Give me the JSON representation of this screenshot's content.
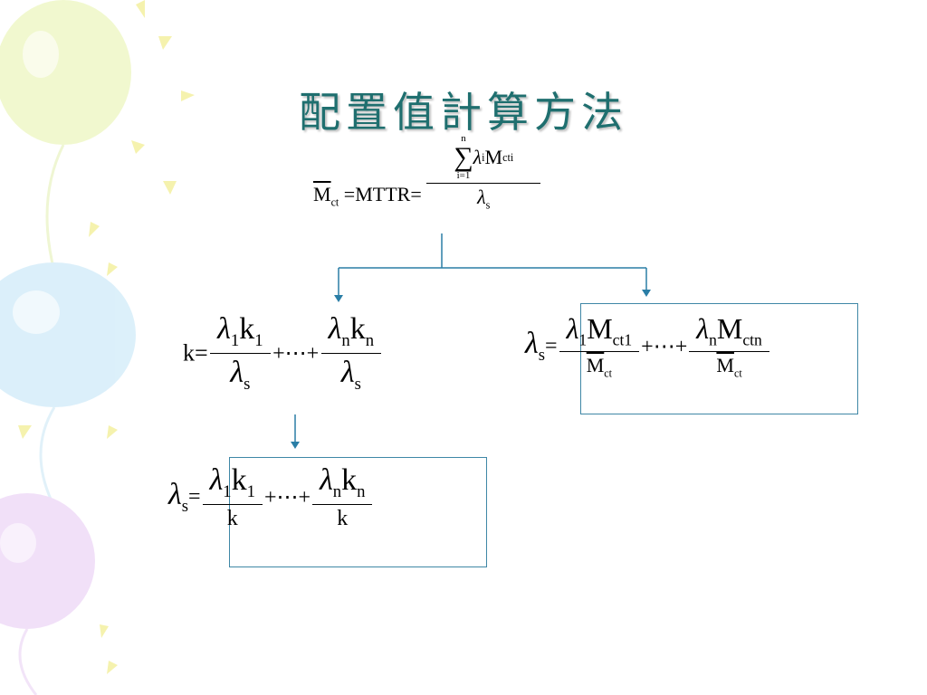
{
  "title": "配置值計算方法",
  "eq1": {
    "mct_base": "M",
    "mct_sub": "ct",
    "equals_mttr": "=MTTR=",
    "sum_upper": "n",
    "sum_symbol": "∑",
    "sum_lower": "i=1",
    "num_lambda": "λ",
    "num_lambda_sub": "i",
    "num_m": "M",
    "num_m_sub": "cti",
    "den_lambda": "λ",
    "den_lambda_sub": "s"
  },
  "eq2": {
    "lhs": "k=",
    "t1_num_lambda": "λ",
    "t1_num_lambda_sub": "1",
    "t1_num_k": "k",
    "t1_num_k_sub": "1",
    "t1_den_lambda": "λ",
    "t1_den_lambda_sub": "s",
    "mid": "+⋯+",
    "t2_num_lambda": "λ",
    "t2_num_lambda_sub": "n",
    "t2_num_k": "k",
    "t2_num_k_sub": "n",
    "t2_den_lambda": "λ",
    "t2_den_lambda_sub": "s"
  },
  "eq3": {
    "lhs_lambda": "λ",
    "lhs_sub": "s",
    "lhs_eq": "=",
    "t1_num_lambda": "λ",
    "t1_num_lambda_sub": "1",
    "t1_num_m": "M",
    "t1_num_m_sub": "ct1",
    "t1_den_m": "M",
    "t1_den_m_sub": "ct",
    "mid": "+⋯+",
    "t2_num_lambda": "λ",
    "t2_num_lambda_sub": "n",
    "t2_num_m": "M",
    "t2_num_m_sub": "ctn",
    "t2_den_m": "M",
    "t2_den_m_sub": "ct"
  },
  "eq4": {
    "lhs_lambda": "λ",
    "lhs_sub": "s",
    "lhs_eq": "=",
    "t1_num_lambda": "λ",
    "t1_num_lambda_sub": "1",
    "t1_num_k": "k",
    "t1_num_k_sub": "1",
    "t1_den": "k",
    "mid": "+⋯+",
    "t2_num_lambda": "λ",
    "t2_num_lambda_sub": "n",
    "t2_num_k": "k",
    "t2_num_k_sub": "n",
    "t2_den": "k"
  },
  "colors": {
    "title": "#1f6f6f",
    "connector": "#2a7ea6",
    "box_border": "#3f87a6"
  }
}
